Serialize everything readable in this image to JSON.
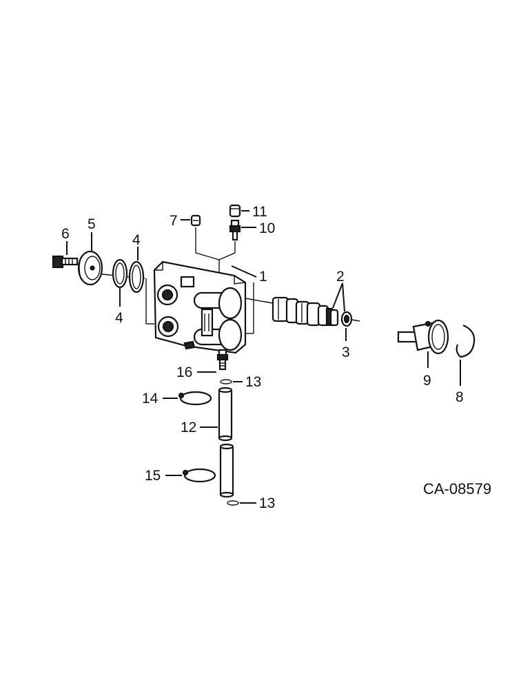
{
  "figure": {
    "drawing_code": "CA-08579",
    "callouts": {
      "c1": "1",
      "c2": "2",
      "c3": "3",
      "c4a": "4",
      "c4b": "4",
      "c5": "5",
      "c6": "6",
      "c7": "7",
      "c8": "8",
      "c9": "9",
      "c10": "10",
      "c11": "11",
      "c12": "12",
      "c13a": "13",
      "c13b": "13",
      "c14": "14",
      "c15": "15",
      "c16": "16"
    }
  }
}
